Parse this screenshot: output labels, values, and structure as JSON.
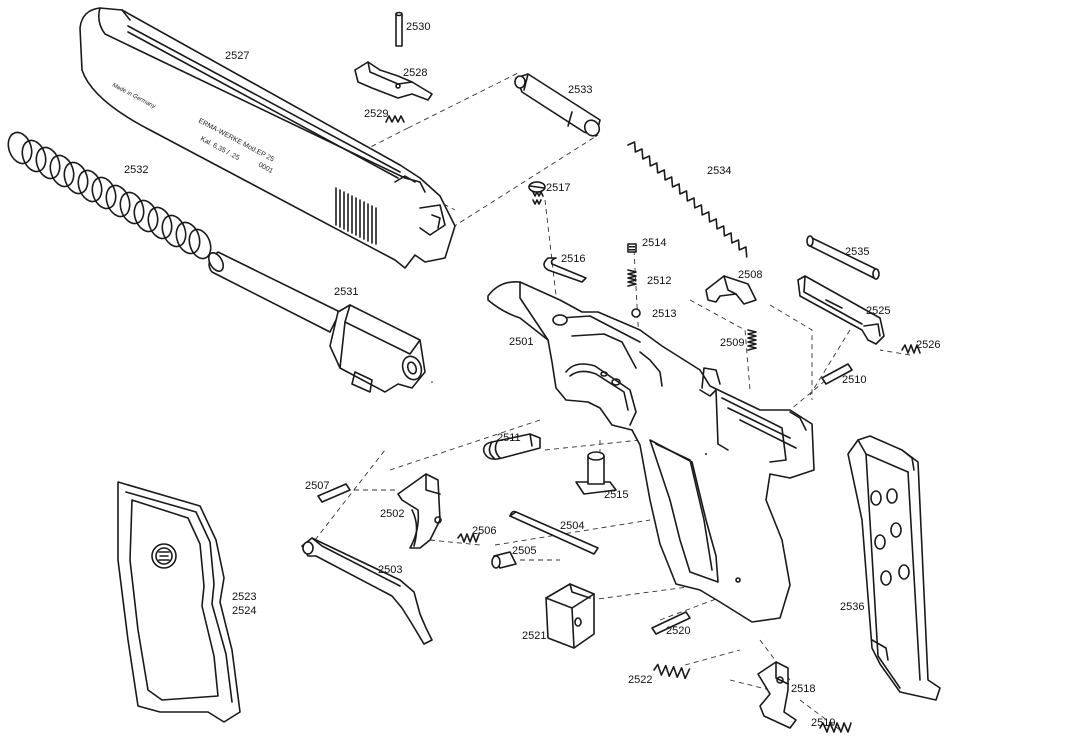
{
  "engraving": {
    "made_in": "Made in Germany",
    "maker": "ERMA-WERKE Mod.EP 25",
    "caliber": "Kal. 6,35 / .25",
    "serial": "0001"
  },
  "colors": {
    "ink": "#1a1a1a",
    "paper": "#ffffff"
  },
  "labels": {
    "p2501": "2501",
    "p2502": "2502",
    "p2503": "2503",
    "p2504": "2504",
    "p2505": "2505",
    "p2506": "2506",
    "p2507": "2507",
    "p2508": "2508",
    "p2509": "2509",
    "p2510": "2510",
    "p2511": "2511",
    "p2512": "2512",
    "p2513": "2513",
    "p2514": "2514",
    "p2515": "2515",
    "p2516": "2516",
    "p2517": "2517",
    "p2518": "2518",
    "p2519": "2519",
    "p2520": "2520",
    "p2521": "2521",
    "p2522": "2522",
    "p2523": "2523",
    "p2524": "2524",
    "p2525": "2525",
    "p2526": "2526",
    "p2527": "2527",
    "p2528": "2528",
    "p2529": "2529",
    "p2530": "2530",
    "p2531": "2531",
    "p2532": "2532",
    "p2533": "2533",
    "p2534": "2534",
    "p2535": "2535",
    "p2536": "2536"
  }
}
